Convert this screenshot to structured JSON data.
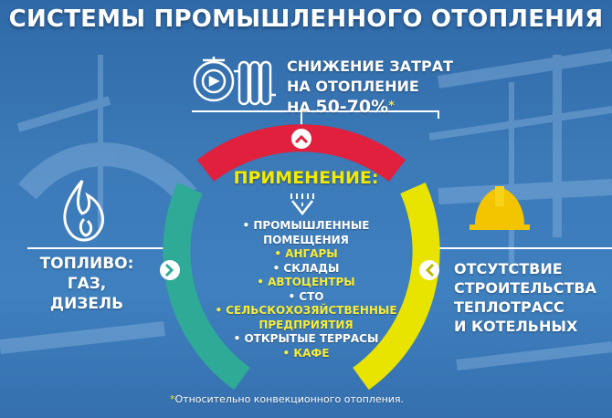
{
  "title": "СИСТЕМЫ ПРОМЫШЛЕННОГО ОТОПЛЕНИЯ",
  "savings": {
    "line1": "СНИЖЕНИЕ ЗАТРАТ",
    "line2": "НА ОТОПЛЕНИЕ",
    "line3_prefix": "НА ",
    "percent": "50-70%",
    "star": "*"
  },
  "fuel": {
    "line1": "ТОПЛИВО:",
    "line2": "ГАЗ,",
    "line3": "ДИЗЕЛЬ"
  },
  "no_pipelines": {
    "line1": "ОТСУТСТВИЕ",
    "line2": "СТРОИТЕЛЬСТВА",
    "line3": "ТЕПЛОТРАСС",
    "line4": "И КОТЕЛЬНЫХ"
  },
  "applications": {
    "title": "ПРИМЕНЕНИЕ:",
    "items": [
      {
        "text": "• ПРОМЫШЛЕННЫЕ",
        "highlight": false
      },
      {
        "text": "ПОМЕЩЕНИЯ",
        "highlight": false
      },
      {
        "text": "• АНГАРЫ",
        "highlight": true
      },
      {
        "text": "• СКЛАДЫ",
        "highlight": false
      },
      {
        "text": "• АВТОЦЕНТРЫ",
        "highlight": true
      },
      {
        "text": "• СТО",
        "highlight": false
      },
      {
        "text": "• СЕЛЬСКОХОЗЯЙСТВЕННЫЕ",
        "highlight": true
      },
      {
        "text": "ПРЕДПРИЯТИЯ",
        "highlight": true
      },
      {
        "text": "• ОТКРЫТЫЕ ТЕРРАСЫ",
        "highlight": false
      },
      {
        "text": "• КАФЕ",
        "highlight": true
      }
    ]
  },
  "footnote": {
    "star": "*",
    "text": "Относительно конвекционного отопления."
  },
  "colors": {
    "background": "#3a78b8",
    "arc_red": "#e0203c",
    "arc_yellow": "#e8e400",
    "arc_teal": "#2eaa96",
    "accent_yellow": "#f2ea00",
    "text": "#ffffff"
  },
  "icons": [
    "boiler-icon",
    "radiator-icon",
    "flame-icon",
    "hardhat-icon",
    "heat-waves-icon"
  ]
}
